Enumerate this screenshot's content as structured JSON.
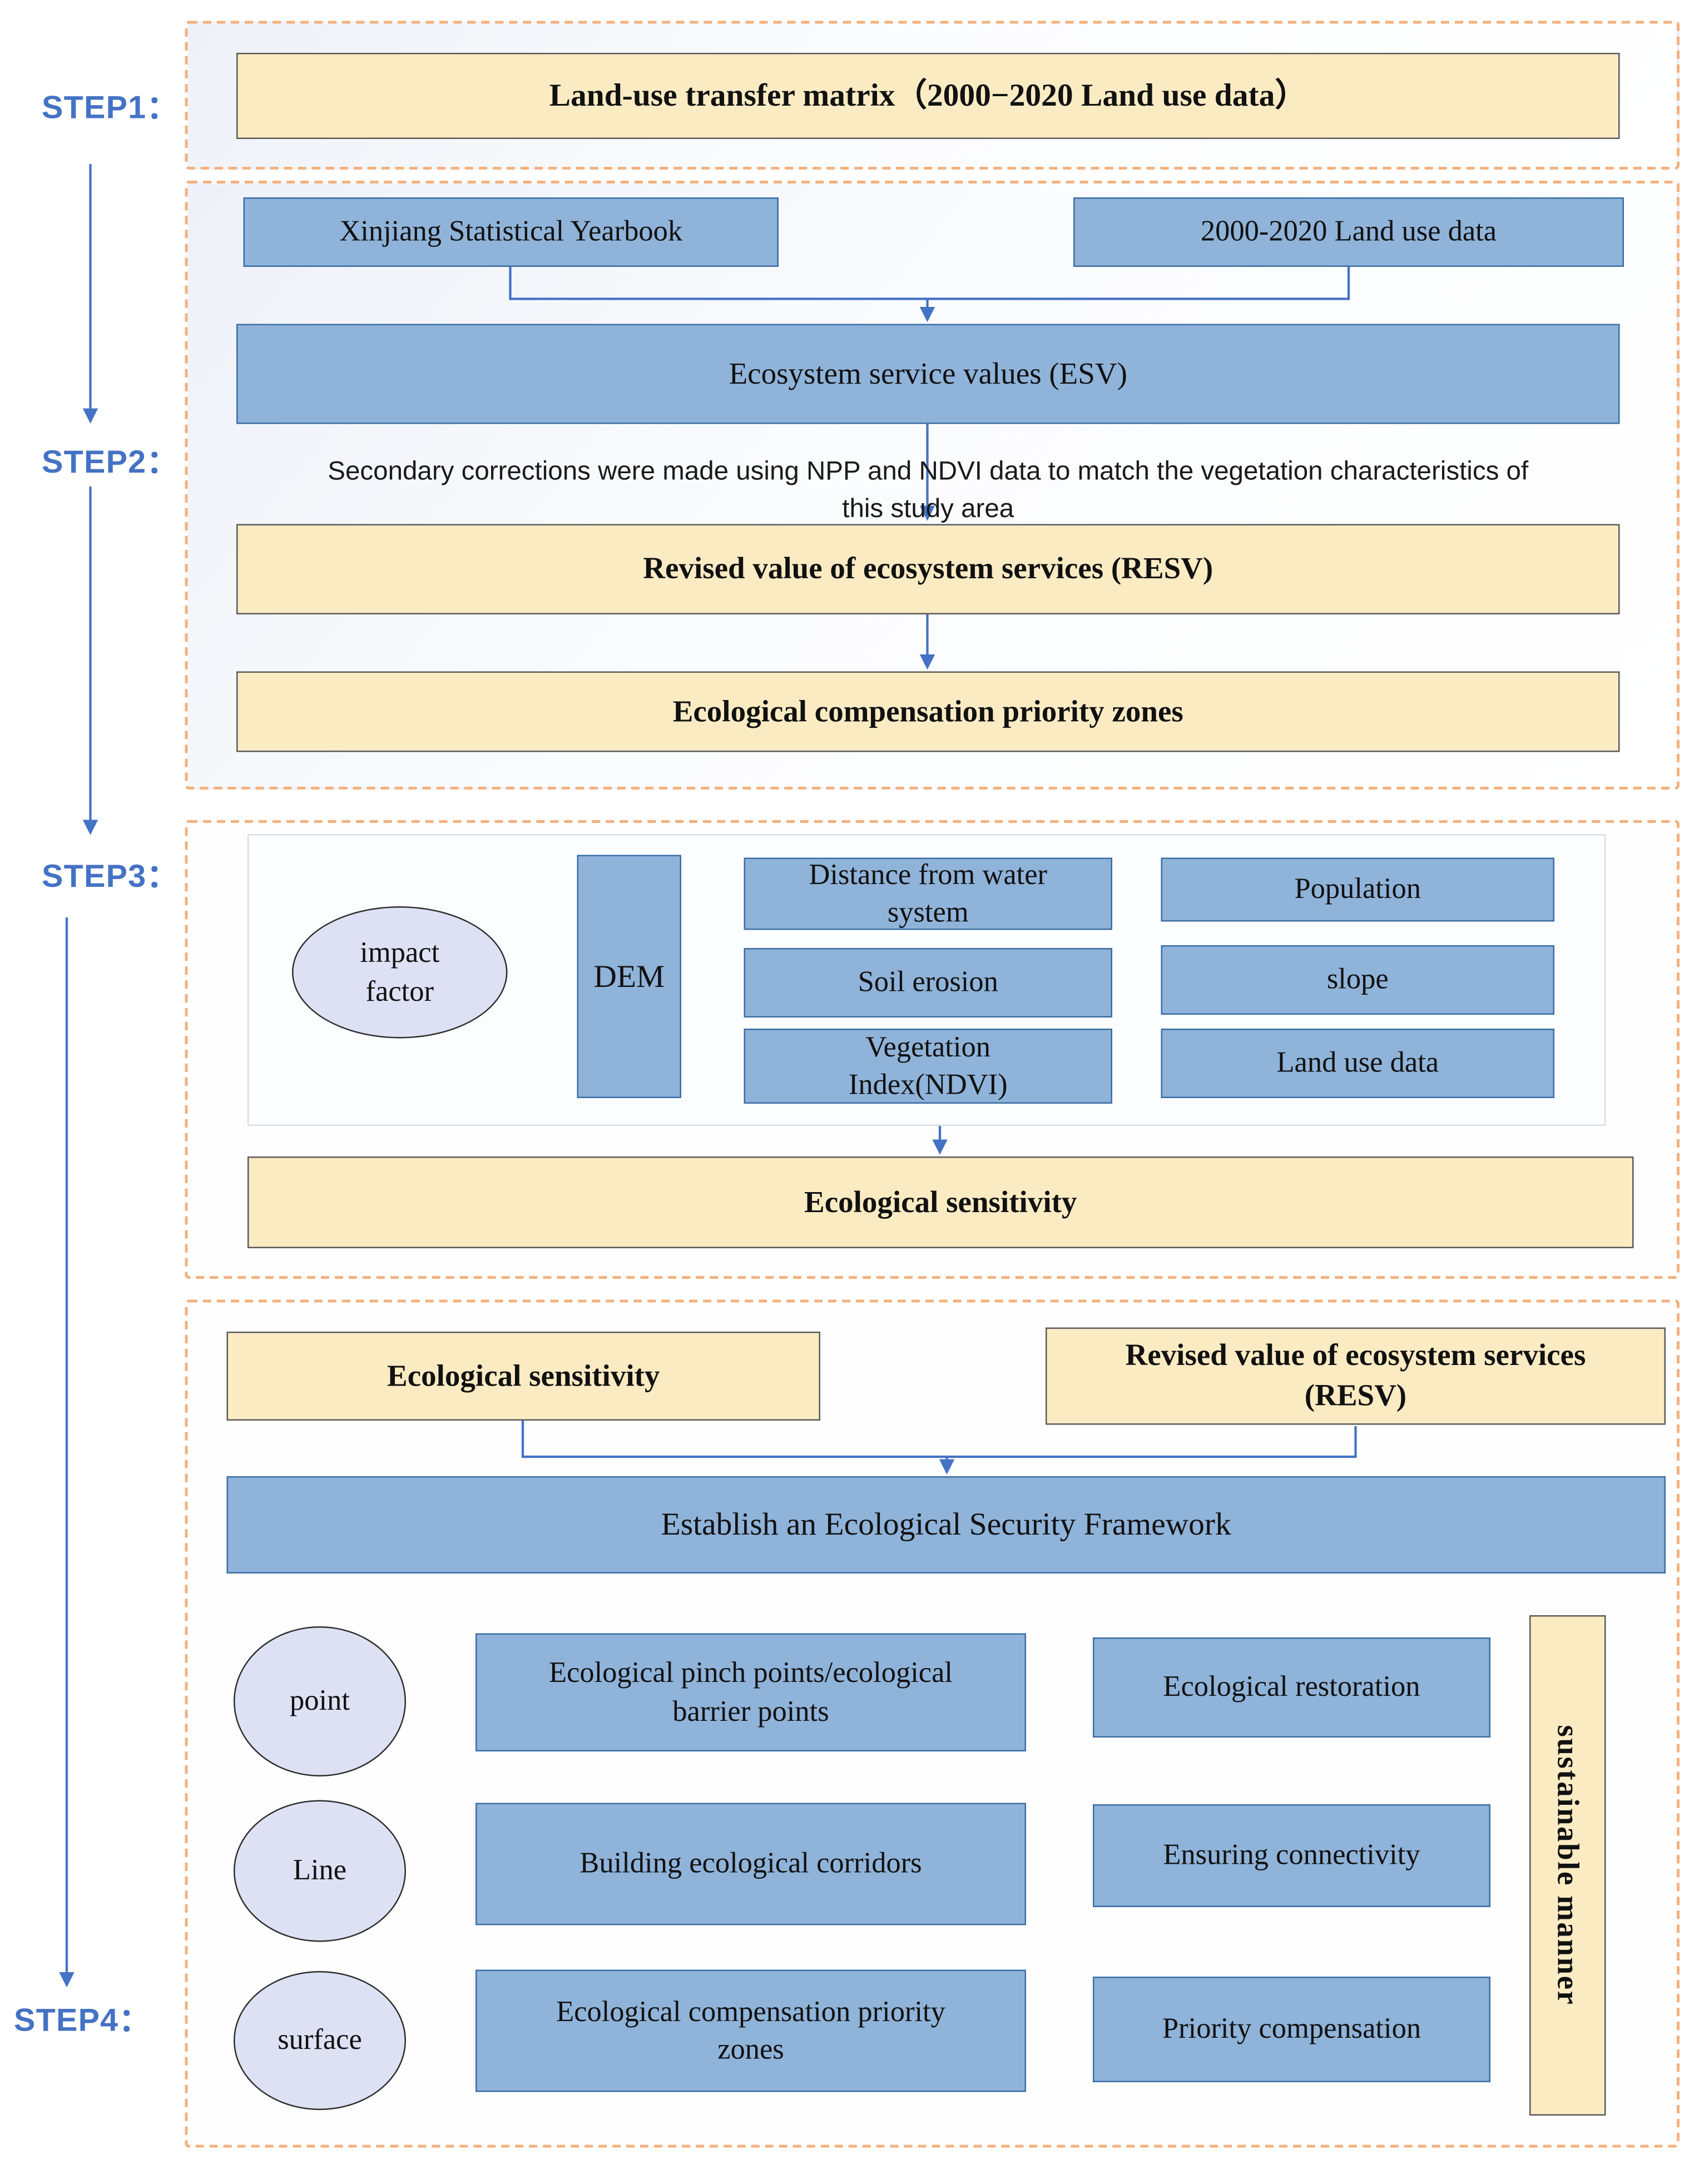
{
  "steps": {
    "step1_label": "STEP1：",
    "step2_label": "STEP2：",
    "step3_label": "STEP3：",
    "step4_label": "STEP4："
  },
  "step1": {
    "title": "Land-use transfer matrix（2000−2020 Land use data）"
  },
  "step2": {
    "source1": "Xinjiang Statistical Yearbook",
    "source2": "2000-2020 Land use data",
    "esv": "Ecosystem service values (ESV)",
    "note_line1": "Secondary corrections were made using NPP and NDVI data to match the vegetation characteristics of",
    "note_line2": "this study area",
    "resv": "Revised value of ecosystem services  (RESV)",
    "priority_zones": "Ecological compensation priority zones"
  },
  "step3": {
    "impact_factor": "impact\nfactor",
    "dem": "DEM",
    "factors_left": [
      "Distance from water\nsystem",
      "Soil erosion",
      "Vegetation\nIndex(NDVI)"
    ],
    "factors_right": [
      "Population",
      "slope",
      "Land use data"
    ],
    "sensitivity": "Ecological sensitivity"
  },
  "step4": {
    "input1": "Ecological sensitivity",
    "input2": "Revised value of ecosystem services\n(RESV)",
    "framework": "Establish an Ecological Security Framework",
    "rows": [
      {
        "shape": "point",
        "action": "Ecological pinch points/ecological\nbarrier points",
        "outcome": "Ecological restoration"
      },
      {
        "shape": "Line",
        "action": "Building ecological corridors",
        "outcome": "Ensuring connectivity"
      },
      {
        "shape": "surface",
        "action": "Ecological compensation priority\nzones",
        "outcome": "Priority compensation"
      }
    ],
    "side_label": "sustainable manner"
  },
  "colors": {
    "accent_blue": "#4472C4",
    "box_blue_fill": "#8FB3D9",
    "box_blue_border": "#3B6EA5",
    "box_yellow_fill": "#FBEBC3",
    "dashed_border": "#F3B17E",
    "ellipse_fill": "#DDE1F3"
  }
}
